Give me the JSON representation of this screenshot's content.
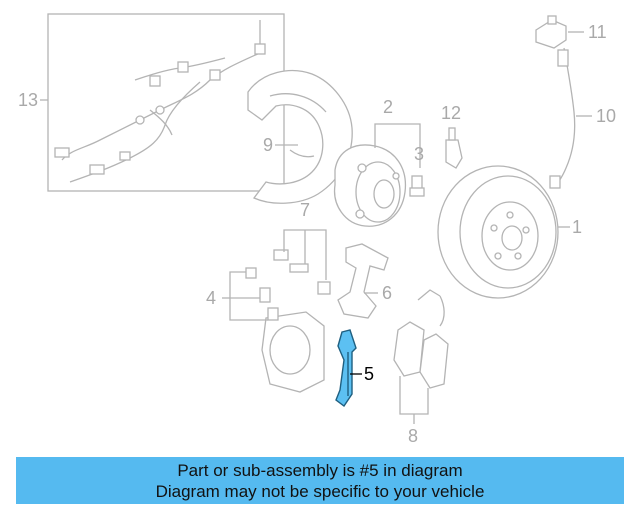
{
  "diagram": {
    "callouts": [
      "1",
      "2",
      "3",
      "4",
      "5",
      "6",
      "7",
      "8",
      "9",
      "10",
      "11",
      "12",
      "13"
    ],
    "highlight_color": "#5cc0f2",
    "part_color": "#b4b4b4",
    "highlighted_part": "5"
  },
  "banner": {
    "line1": "Part or sub-assembly is #5 in diagram",
    "line2": "Diagram may not be specific to your vehicle",
    "background": "#55baf0"
  }
}
